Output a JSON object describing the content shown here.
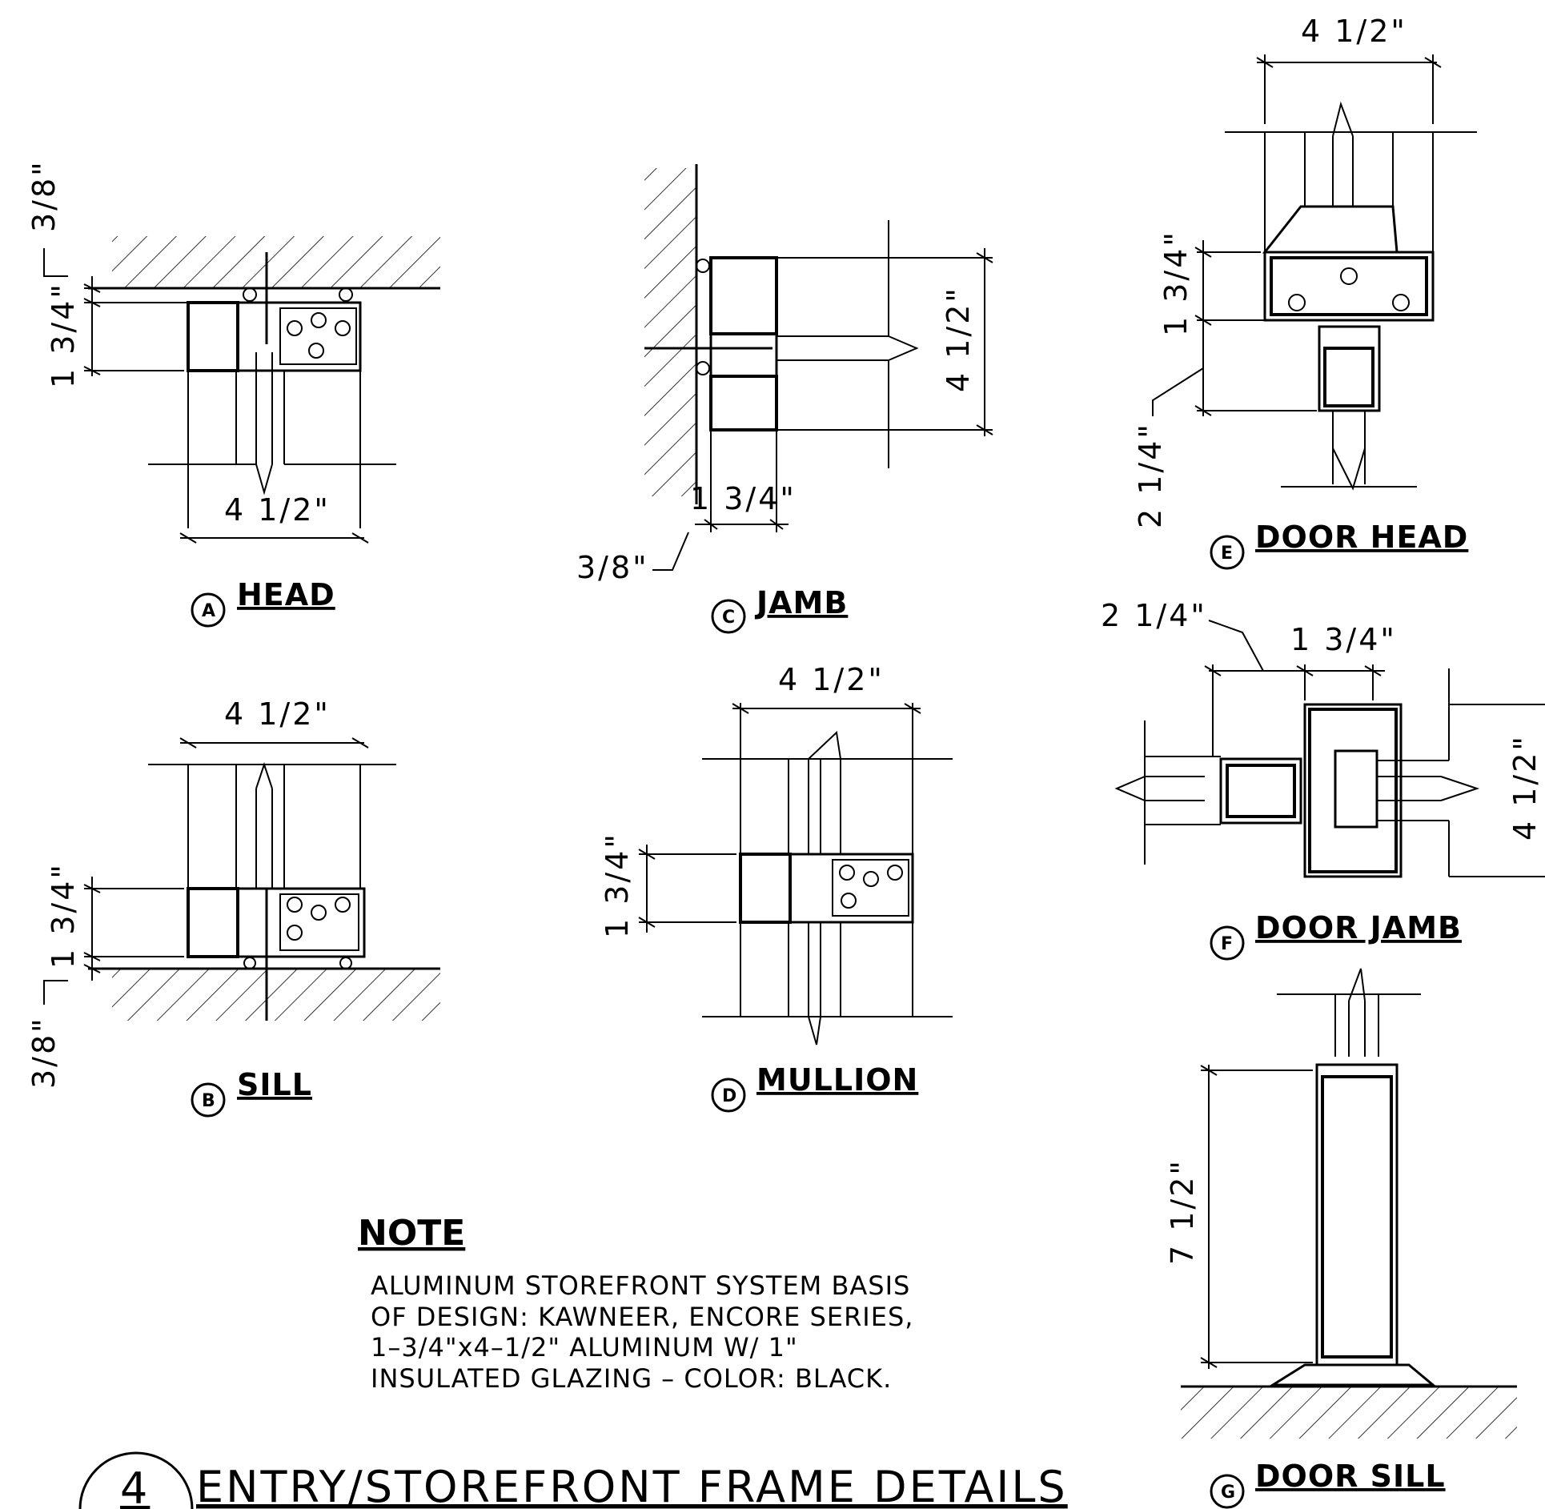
{
  "details": {
    "head": {
      "tag": "A",
      "label": "HEAD",
      "dim_top": "3/8\"",
      "dim_side": "1 3/4\"",
      "dim_width": "4 1/2\""
    },
    "sill": {
      "tag": "B",
      "label": "SILL",
      "dim_width": "4 1/2\"",
      "dim_side": "1 3/4\"",
      "dim_bottom": "3/8\""
    },
    "jamb": {
      "tag": "C",
      "label": "JAMB",
      "dim_depth": "4 1/2\"",
      "dim_width": "1 3/4\"",
      "dim_gap": "3/8\""
    },
    "mullion": {
      "tag": "D",
      "label": "MULLION",
      "dim_width": "4 1/2\"",
      "dim_side": "1 3/4\""
    },
    "door_head": {
      "tag": "E",
      "label": "DOOR  HEAD",
      "dim_width": "4 1/2\"",
      "dim_frame": "1 3/4\"",
      "dim_rail": "2 1/4\""
    },
    "door_jamb": {
      "tag": "F",
      "label": "DOOR  JAMB",
      "dim_stile": "2 1/4\"",
      "dim_frame": "1 3/4\"",
      "dim_depth": "4 1/2\""
    },
    "door_sill": {
      "tag": "G",
      "label": "DOOR  SILL",
      "dim_rail": "7 1/2\""
    }
  },
  "note": {
    "heading": "NOTE",
    "lines": [
      "ALUMINUM  STOREFRONT  SYSTEM  BASIS",
      "OF  DESIGN:  KAWNEER,  ENCORE  SERIES,",
      "1–3/4\"x4–1/2\"  ALUMINUM  W/  1\"",
      "INSULATED  GLAZING  –  COLOR:  BLACK."
    ]
  },
  "title": {
    "number": "4",
    "text": "ENTRY/STOREFRONT  FRAME  DETAILS"
  }
}
